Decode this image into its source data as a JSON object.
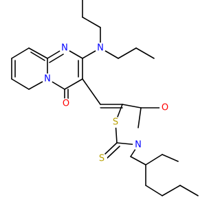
{
  "molecule": {
    "colors": {
      "bond": "#000000",
      "N": "#0000ff",
      "O": "#ff0000",
      "S": "#b8a000",
      "background": "#ffffff"
    },
    "atoms": [
      {
        "id": "n_amine",
        "label": "N",
        "element": "N"
      },
      {
        "id": "n_ring_top",
        "label": "N",
        "element": "N"
      },
      {
        "id": "n_bridge",
        "label": "N",
        "element": "N"
      },
      {
        "id": "o_pyrimidinone",
        "label": "O",
        "element": "O"
      },
      {
        "id": "s_ring",
        "label": "S",
        "element": "S"
      },
      {
        "id": "o_thiazolidinone",
        "label": "O",
        "element": "O"
      },
      {
        "id": "n_thiazolidinone",
        "label": "N",
        "element": "N"
      },
      {
        "id": "s_thione",
        "label": "S",
        "element": "S"
      }
    ]
  }
}
